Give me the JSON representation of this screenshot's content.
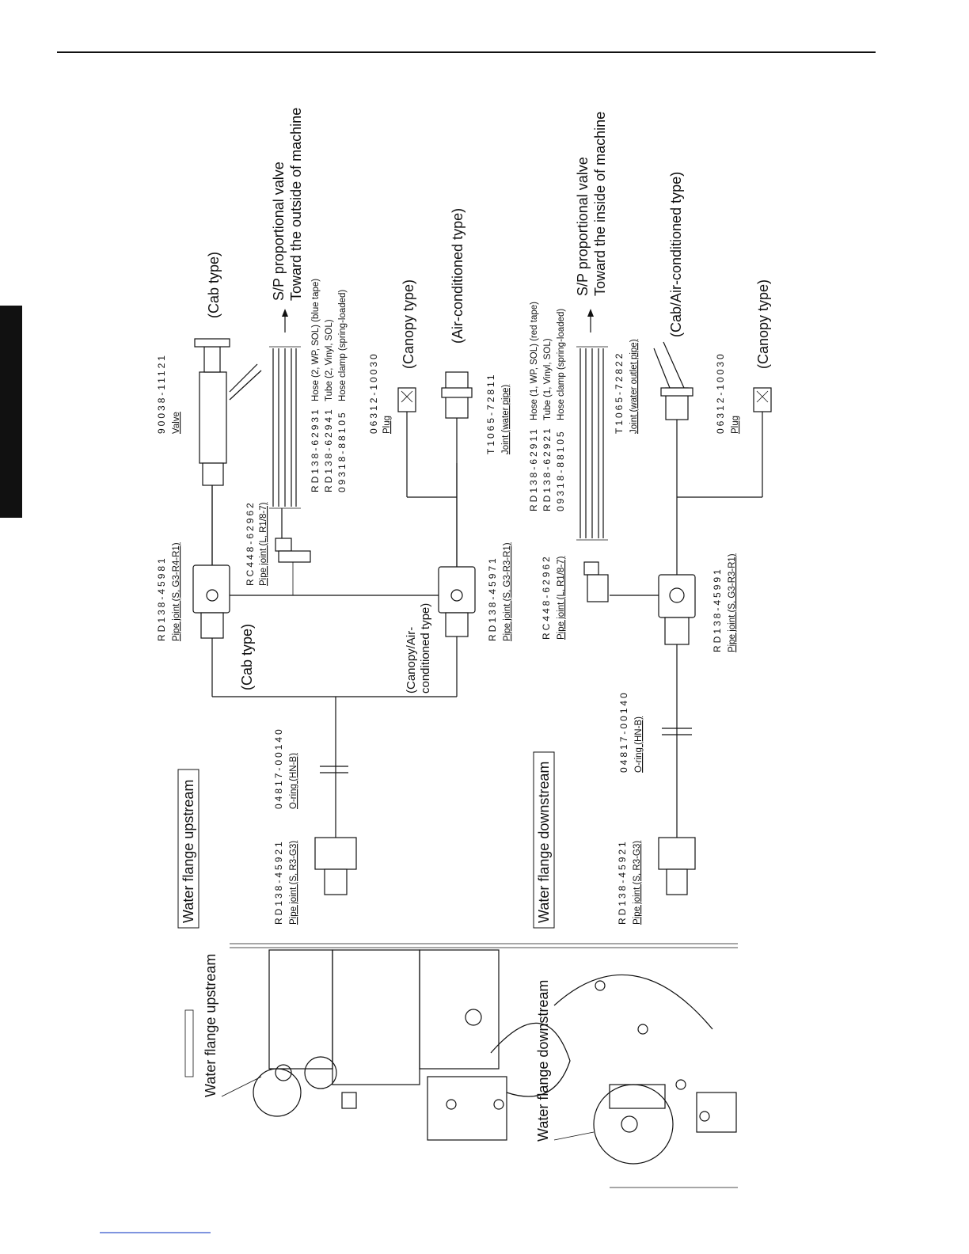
{
  "upper": {
    "cab_type": "(Cab type)",
    "sp_valve_line1": "S/P proportional valve",
    "sp_valve_line2": "Toward the outside of machine",
    "valve_part": "90038-11121",
    "valve_desc": "Valve",
    "hose_parts": [
      {
        "part": "RD138-62931",
        "desc": "Hose (2, WP, SOL) (blue tape)"
      },
      {
        "part": "RD138-62941",
        "desc": "Tube (2, Vinyl, SOL)"
      },
      {
        "part": "09318-88105",
        "desc": "Hose clamp (spring-loaded)"
      }
    ],
    "canopy_type": "(Canopy type)",
    "plug_part": "06312-10030",
    "plug_desc": "Plug",
    "aircon_type": "(Air-conditioned type)",
    "joint_part": "T1065-72811",
    "joint_desc": "Joint (water pipe)",
    "pipe_joint_l_part": "RC448-62962",
    "pipe_joint_l_desc": "Pipe joint (L, R1/8-7)",
    "pipe_joint_top_part": "RD138-45981",
    "pipe_joint_top_desc": "Pipe joint (S, G3-R4-R1)",
    "pipe_joint_mid_part": "RD138-45971",
    "pipe_joint_mid_desc": "Pipe joint (S, G3-R3-R1)",
    "cab_type_2": "(Cab type)",
    "canopy_aircon_line1": "(Canopy/Air-",
    "canopy_aircon_line2": "conditioned type)",
    "oring_part": "04817-00140",
    "oring_desc": "O-ring (HN-B)",
    "flange_title": "Water flange upstream",
    "pipe_joint_s_part": "RD138-45921",
    "pipe_joint_s_desc": "Pipe joint (S, R3-G3)"
  },
  "lower": {
    "sp_valve_line1": "S/P proportional valve",
    "sp_valve_line2": "Toward the inside of machine",
    "hose_parts": [
      {
        "part": "RD138-62911",
        "desc": "Hose (1, WP, SOL) (red tape)"
      },
      {
        "part": "RD138-62921",
        "desc": "Tube (1, Vinyl, SOL)"
      },
      {
        "part": "09318-88105",
        "desc": "Hose clamp (spring-loaded)"
      }
    ],
    "cab_aircon_type": "(Cab/Air-conditioned type)",
    "joint_part": "T1065-72822",
    "joint_desc": "Joint (water outlet pipe)",
    "canopy_type": "(Canopy type)",
    "plug_part": "06312-10030",
    "plug_desc": "Plug",
    "pipe_joint_l_part": "RC448-62962",
    "pipe_joint_l_desc": "Pipe joint (L, R1/8-7)",
    "pipe_joint_part": "RD138-45991",
    "pipe_joint_desc": "Pipe joint (S, G3-R3-R1)",
    "oring_part": "04817-00140",
    "oring_desc": "O-ring (HN-B)",
    "flange_title": "Water flange downstream",
    "pipe_joint_s_part": "RD138-45921",
    "pipe_joint_s_desc": "Pipe joint (S, R3-G3)"
  },
  "engine": {
    "callout_upstream": "Water flange upstream",
    "callout_downstream": "Water flange downstream"
  }
}
